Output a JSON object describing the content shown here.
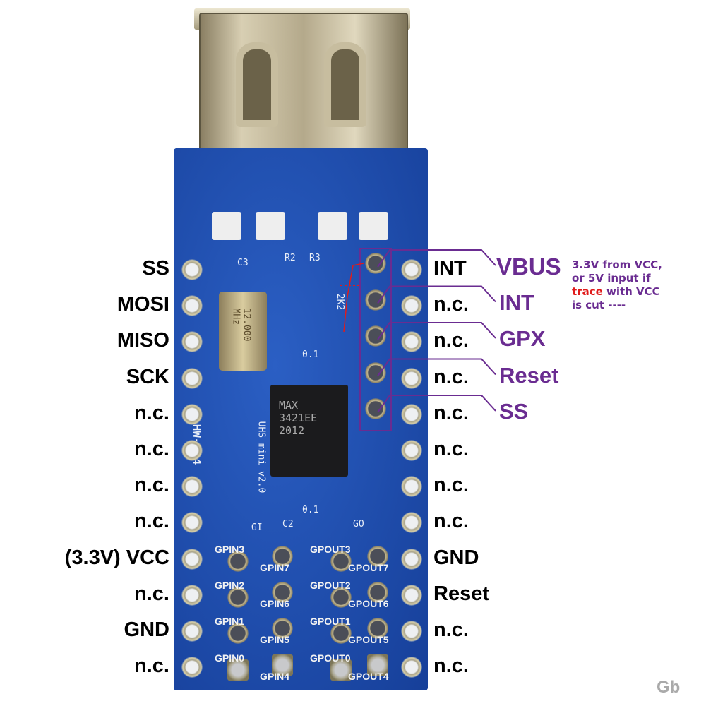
{
  "left_pins": [
    "SS",
    "MOSI",
    "MISO",
    "SCK",
    "n.c.",
    "n.c.",
    "n.c.",
    "n.c.",
    "(3.3V) VCC",
    "n.c.",
    "GND",
    "n.c."
  ],
  "right_pins": [
    "INT",
    "n.c.",
    "n.c.",
    "n.c.",
    "n.c.",
    "n.c.",
    "n.c.",
    "n.c.",
    "GND",
    "Reset",
    "n.c.",
    "n.c."
  ],
  "inner_pins": [
    "VBUS",
    "INT",
    "GPX",
    "Reset",
    "SS"
  ],
  "note": {
    "line1": "3.3V from VCC,",
    "line2": "or 5V input if",
    "trace_word": "trace",
    "line3_rest": " with VCC",
    "line4": "is cut ----"
  },
  "gpio": {
    "gpin_left": [
      "GPIN3",
      "GPIN2",
      "GPIN1",
      "GPIN0"
    ],
    "gpin_right": [
      "GPIN7",
      "GPIN6",
      "GPIN5",
      "GPIN4"
    ],
    "gpout_left": [
      "GPOUT3",
      "GPOUT2",
      "GPOUT1",
      "GPOUT0"
    ],
    "gpout_right": [
      "GPOUT7",
      "GPOUT6",
      "GPOUT5",
      "GPOUT4"
    ]
  },
  "silkscreen": {
    "board": "HW-244",
    "version": "UHS mini v2.0",
    "chip": "MAX 3421EE 2012",
    "crystal": "12.000 MHz",
    "c3": "C3",
    "c2": "C2",
    "r2": "R2",
    "r3": "R3",
    "cap1": "0.1",
    "cap2": "0.1",
    "gi": "GI",
    "go": "GO",
    "r5": "2K2"
  },
  "watermark": "Gb",
  "colors": {
    "accent": "#6a2c91",
    "board": "#1f4fb0",
    "trace": "#e01b1b"
  }
}
